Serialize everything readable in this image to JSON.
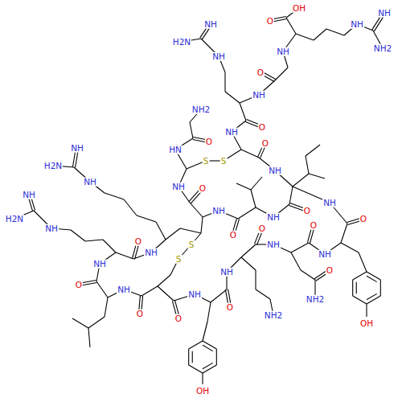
{
  "diagram": {
    "labels": [
      "NH",
      "H2N",
      "NH",
      "OH",
      "O",
      "NH",
      "NH",
      "NH2",
      "O",
      "NH",
      "NH",
      "O",
      "NH",
      "NH2",
      "O",
      "HN",
      "S",
      "S",
      "O",
      "NH",
      "O",
      "NH",
      "O",
      "NH",
      "O",
      "NH",
      "NH",
      "H2N",
      "NH",
      "NH",
      "H2N",
      "NH",
      "S",
      "S",
      "O",
      "NH",
      "O",
      "NH",
      "O",
      "NH",
      "O",
      "NH",
      "O",
      "NH",
      "NH2",
      "O",
      "NH",
      "O",
      "NH2",
      "O",
      "NH",
      "O",
      "NH",
      "OH",
      "OH"
    ]
  }
}
